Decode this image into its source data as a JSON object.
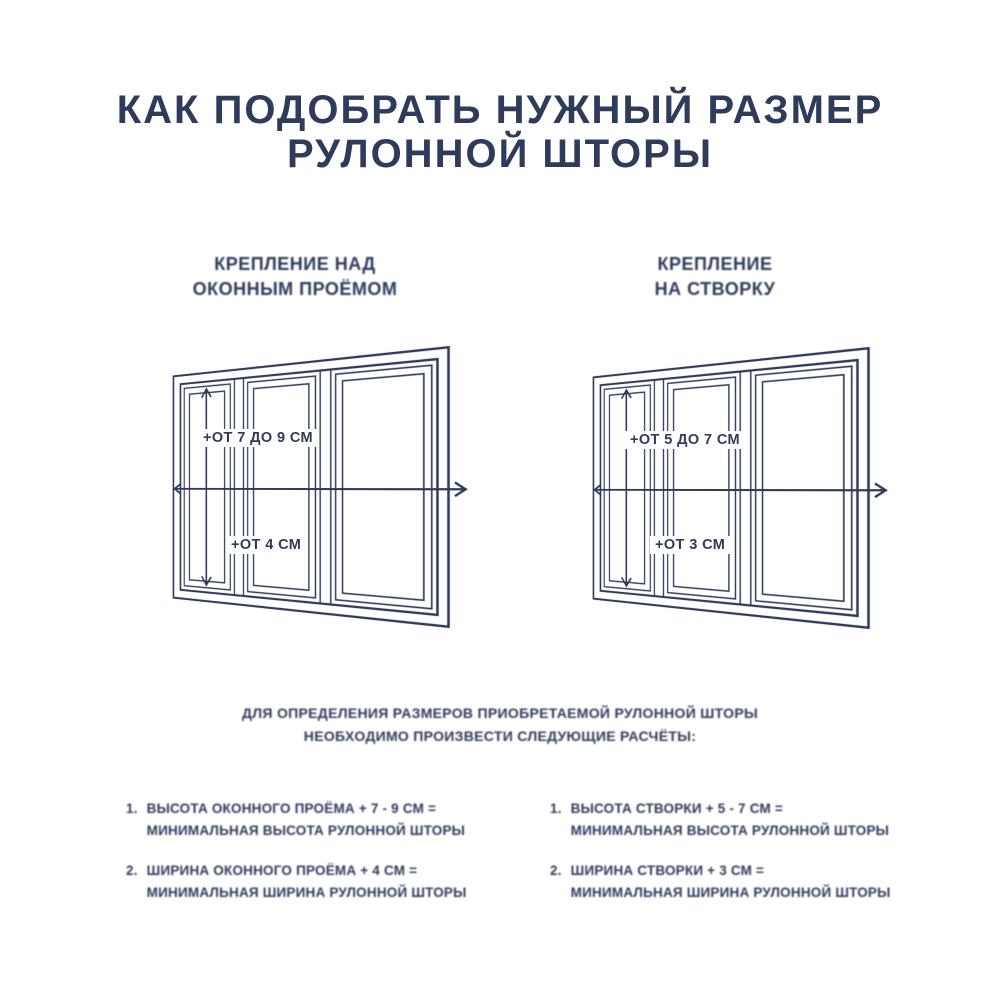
{
  "page": {
    "title_line1": "КАК ПОДОБРАТЬ НУЖНЫЙ РАЗМЕР",
    "title_line2": "РУЛОННОЙ ШТОРЫ"
  },
  "columns": [
    {
      "subtitle_line1": "КРЕПЛЕНИЕ НАД",
      "subtitle_line2": "ОКОННЫМ ПРОЁМОМ",
      "height_label": "+ОТ 7 ДО 9 СМ",
      "width_label": "+ОТ 4 СМ"
    },
    {
      "subtitle_line1": "КРЕПЛЕНИЕ",
      "subtitle_line2": "НА СТВОРКУ",
      "height_label": "+ОТ 5 ДО 7 СМ",
      "width_label": "+ОТ 3 СМ"
    }
  ],
  "note": {
    "line1": "ДЛЯ ОПРЕДЕЛЕНИЯ РАЗМЕРОВ ПРИОБРЕТАЕМОЙ РУЛОННОЙ ШТОРЫ",
    "line2": "НЕОБХОДИМО ПРОИЗВЕСТИ СЛЕДУЮЩИЕ РАСЧЁТЫ:"
  },
  "calculations": {
    "left": [
      {
        "num": "1.",
        "line1": "ВЫСОТА ОКОННОГО ПРОЁМА + 7 - 9 СМ =",
        "line2": "МИНИМАЛЬНАЯ ВЫСОТА РУЛОННОЙ ШТОРЫ"
      },
      {
        "num": "2.",
        "line1": "ШИРИНА ОКОННОГО ПРОЁМА + 4 СМ =",
        "line2": "МИНИМАЛЬНАЯ ШИРИНА РУЛОННОЙ ШТОРЫ"
      }
    ],
    "right": [
      {
        "num": "1.",
        "line1": "ВЫСОТА СТВОРКИ + 5 - 7 СМ =",
        "line2": "МИНИМАЛЬНАЯ ВЫСОТА РУЛОННОЙ ШТОРЫ"
      },
      {
        "num": "2.",
        "line1": "ШИРИНА СТВОРКИ + 3 СМ =",
        "line2": "МИНИМАЛЬНАЯ ШИРИНА РУЛОННОЙ ШТОРЫ"
      }
    ]
  },
  "colors": {
    "ink": "#2e3b5b",
    "background": "#ffffff"
  }
}
